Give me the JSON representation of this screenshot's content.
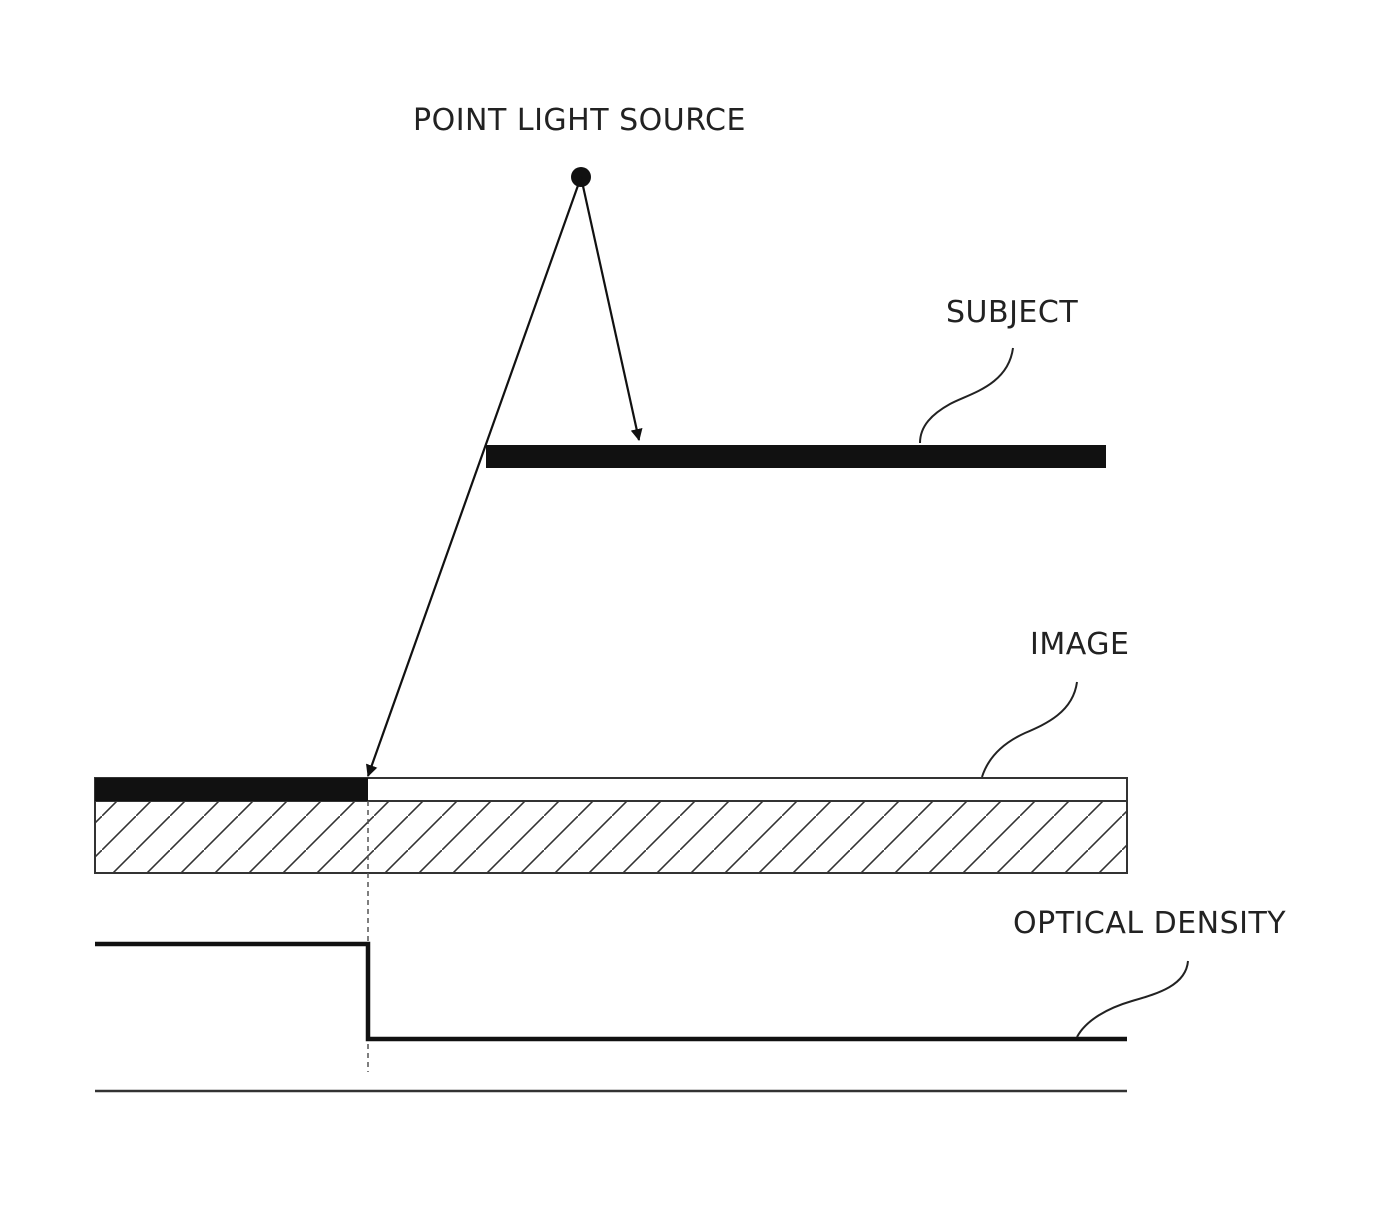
{
  "labels": {
    "point_light_source": "POINT LIGHT SOURCE",
    "subject": "SUBJECT",
    "image": "IMAGE",
    "optical_density": "OPTICAL DENSITY"
  }
}
